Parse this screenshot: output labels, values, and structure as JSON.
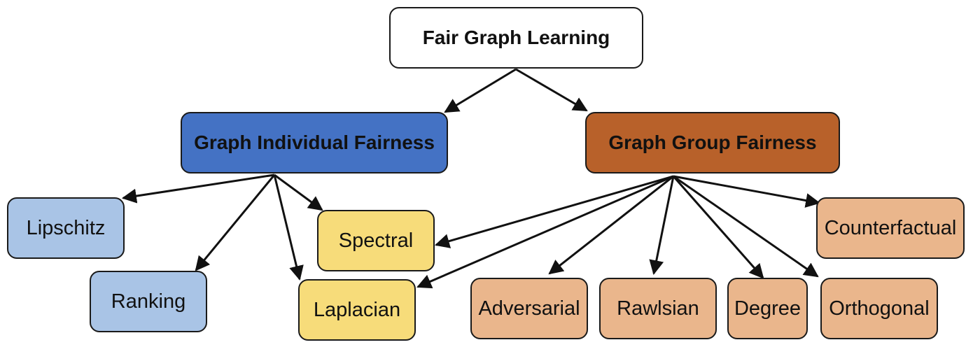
{
  "root": {
    "label": "Fair Graph Learning",
    "fill": "#ffffff"
  },
  "individual": {
    "label": "Graph Individual Fairness",
    "fill": "#4472c4",
    "children": [
      {
        "key": "lipschitz",
        "label": "Lipschitz"
      },
      {
        "key": "ranking",
        "label": "Ranking"
      },
      {
        "key": "spectral",
        "label": "Spectral"
      },
      {
        "key": "laplacian",
        "label": "Laplacian"
      }
    ],
    "child_fill": "#a9c4e6"
  },
  "group": {
    "label": "Graph Group Fairness",
    "fill": "#b8612a",
    "children": [
      {
        "key": "counterfactual",
        "label": "Counterfactual"
      },
      {
        "key": "adversarial",
        "label": "Adversarial"
      },
      {
        "key": "rawlsian",
        "label": "Rawlsian"
      },
      {
        "key": "degree",
        "label": "Degree"
      },
      {
        "key": "orthogonal",
        "label": "Orthogonal"
      }
    ],
    "child_fill": "#eab68c"
  },
  "shared_fill": "#f7dc7a",
  "edge_color": "#111111",
  "edges": [
    [
      "root",
      "individual"
    ],
    [
      "root",
      "group"
    ],
    [
      "individual",
      "lipschitz"
    ],
    [
      "individual",
      "ranking"
    ],
    [
      "individual",
      "spectral"
    ],
    [
      "individual",
      "laplacian"
    ],
    [
      "group",
      "spectral"
    ],
    [
      "group",
      "laplacian"
    ],
    [
      "group",
      "adversarial"
    ],
    [
      "group",
      "rawlsian"
    ],
    [
      "group",
      "degree"
    ],
    [
      "group",
      "orthogonal"
    ],
    [
      "group",
      "counterfactual"
    ]
  ]
}
